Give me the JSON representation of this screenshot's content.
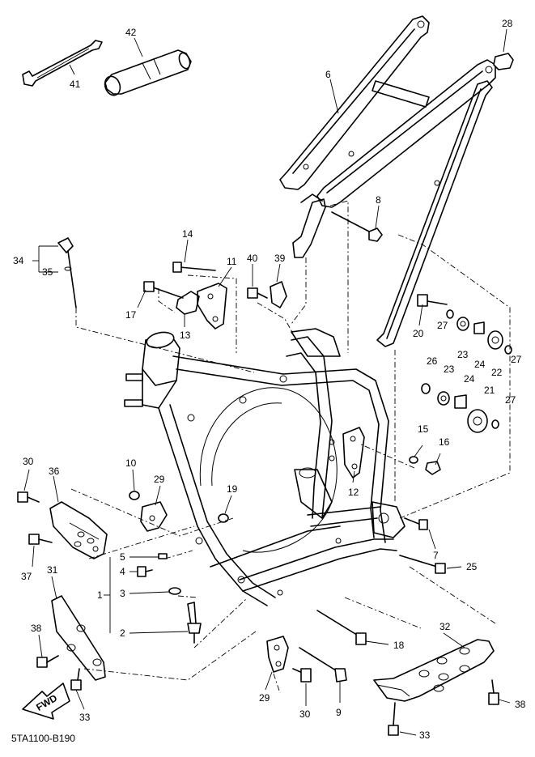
{
  "diagram": {
    "code": "5TA1100-B190",
    "fwd_badge": "FWD",
    "callouts": [
      {
        "id": "c1",
        "text": "1"
      },
      {
        "id": "c2",
        "text": "2"
      },
      {
        "id": "c3",
        "text": "3"
      },
      {
        "id": "c4",
        "text": "4"
      },
      {
        "id": "c5",
        "text": "5"
      },
      {
        "id": "c6",
        "text": "6"
      },
      {
        "id": "c7",
        "text": "7"
      },
      {
        "id": "c8",
        "text": "8"
      },
      {
        "id": "c9",
        "text": "9"
      },
      {
        "id": "c10",
        "text": "10"
      },
      {
        "id": "c11",
        "text": "11"
      },
      {
        "id": "c12",
        "text": "12"
      },
      {
        "id": "c13",
        "text": "13"
      },
      {
        "id": "c14",
        "text": "14"
      },
      {
        "id": "c15",
        "text": "15"
      },
      {
        "id": "c16",
        "text": "16"
      },
      {
        "id": "c17",
        "text": "17"
      },
      {
        "id": "c18",
        "text": "18"
      },
      {
        "id": "c19",
        "text": "19"
      },
      {
        "id": "c20",
        "text": "20"
      },
      {
        "id": "c21",
        "text": "21"
      },
      {
        "id": "c22",
        "text": "22"
      },
      {
        "id": "c23a",
        "text": "23"
      },
      {
        "id": "c23b",
        "text": "23"
      },
      {
        "id": "c24a",
        "text": "24"
      },
      {
        "id": "c24b",
        "text": "24"
      },
      {
        "id": "c25",
        "text": "25"
      },
      {
        "id": "c26",
        "text": "26"
      },
      {
        "id": "c27a",
        "text": "27"
      },
      {
        "id": "c27b",
        "text": "27"
      },
      {
        "id": "c27c",
        "text": "27"
      },
      {
        "id": "c28",
        "text": "28"
      },
      {
        "id": "c29a",
        "text": "29"
      },
      {
        "id": "c29b",
        "text": "29"
      },
      {
        "id": "c30a",
        "text": "30"
      },
      {
        "id": "c30b",
        "text": "30"
      },
      {
        "id": "c31",
        "text": "31"
      },
      {
        "id": "c32",
        "text": "32"
      },
      {
        "id": "c33a",
        "text": "33"
      },
      {
        "id": "c33b",
        "text": "33"
      },
      {
        "id": "c34",
        "text": "34"
      },
      {
        "id": "c35",
        "text": "35"
      },
      {
        "id": "c36",
        "text": "36"
      },
      {
        "id": "c37",
        "text": "37"
      },
      {
        "id": "c38a",
        "text": "38"
      },
      {
        "id": "c38b",
        "text": "38"
      },
      {
        "id": "c39",
        "text": "39"
      },
      {
        "id": "c40",
        "text": "40"
      },
      {
        "id": "c41",
        "text": "41"
      },
      {
        "id": "c42",
        "text": "42"
      }
    ]
  }
}
